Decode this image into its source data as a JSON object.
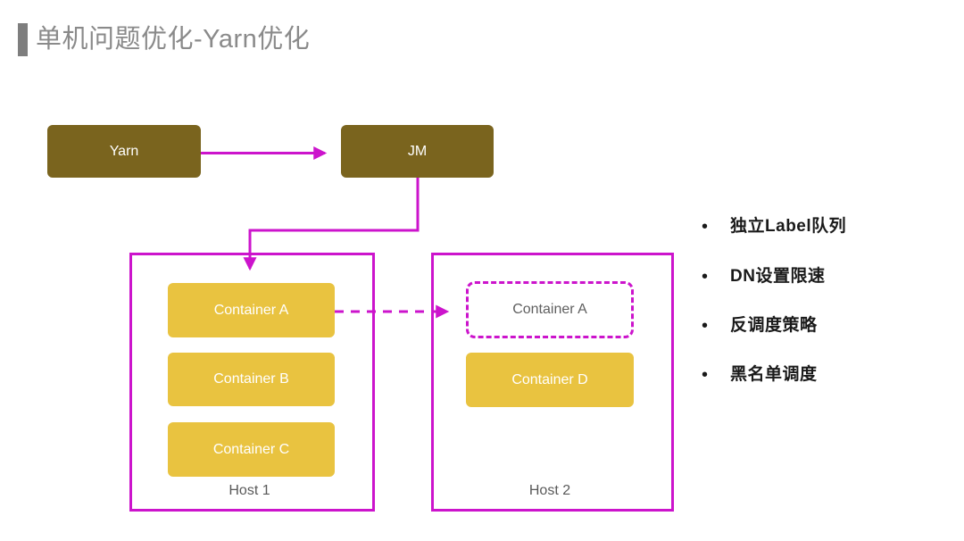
{
  "title": {
    "text": "单机问题优化-Yarn优化",
    "accent_color": "#7e7e7e",
    "text_color": "#8a8a8a"
  },
  "diagram": {
    "colors": {
      "node_fill": "#7a641e",
      "container_fill": "#e9c340",
      "magenta": "#cc14cc",
      "node_text": "#ffffff",
      "host_label_text": "#595959",
      "ghost_text": "#5f5f5f"
    },
    "nodes": {
      "yarn": {
        "label": "Yarn"
      },
      "jm": {
        "label": "JM"
      }
    },
    "hosts": [
      {
        "label": "Host 1",
        "containers": [
          {
            "label": "Container A"
          },
          {
            "label": "Container B"
          },
          {
            "label": "Container C"
          }
        ]
      },
      {
        "label": "Host 2",
        "ghost_container": {
          "label": "Container A"
        },
        "containers": [
          {
            "label": "Container D"
          }
        ]
      }
    ],
    "edges": [
      {
        "name": "yarn-to-jm",
        "style": "solid"
      },
      {
        "name": "jm-to-host1-container-a",
        "style": "solid"
      },
      {
        "name": "host1-container-a-to-host2-ghost",
        "style": "dashed"
      }
    ]
  },
  "bullets": {
    "marker": "•",
    "items": [
      {
        "text": "独立Label队列"
      },
      {
        "text": "DN设置限速"
      },
      {
        "text": "反调度策略"
      },
      {
        "text": "黑名单调度"
      }
    ]
  }
}
